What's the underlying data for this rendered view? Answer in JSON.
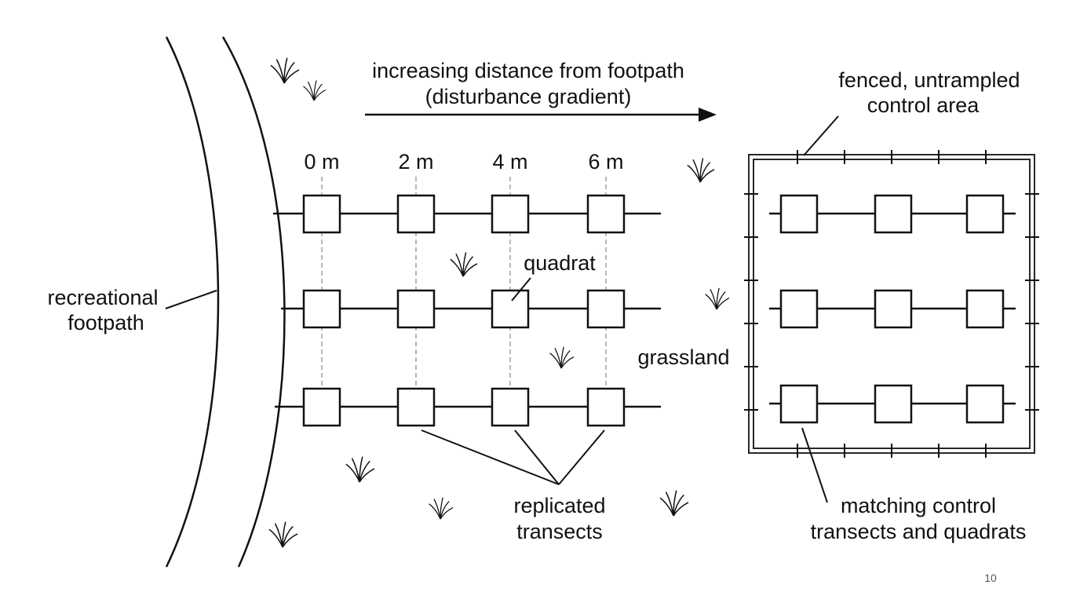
{
  "arrow_label": [
    "increasing distance from footpath",
    "(disturbance gradient)"
  ],
  "distance_labels": [
    "0 m",
    "2 m",
    "4 m",
    "6 m"
  ],
  "labels": {
    "footpath": [
      "recreational",
      "footpath"
    ],
    "quadrat": "quadrat",
    "grassland": "grassland",
    "replicated": [
      "replicated",
      "transects"
    ],
    "control_area": [
      "fenced, untrampled",
      "control area"
    ],
    "control_transects": [
      "matching control",
      "transects and quadrats"
    ]
  },
  "page_number": "10",
  "colors": {
    "ink": "#111111",
    "guide": "#888888",
    "background": "#ffffff"
  }
}
